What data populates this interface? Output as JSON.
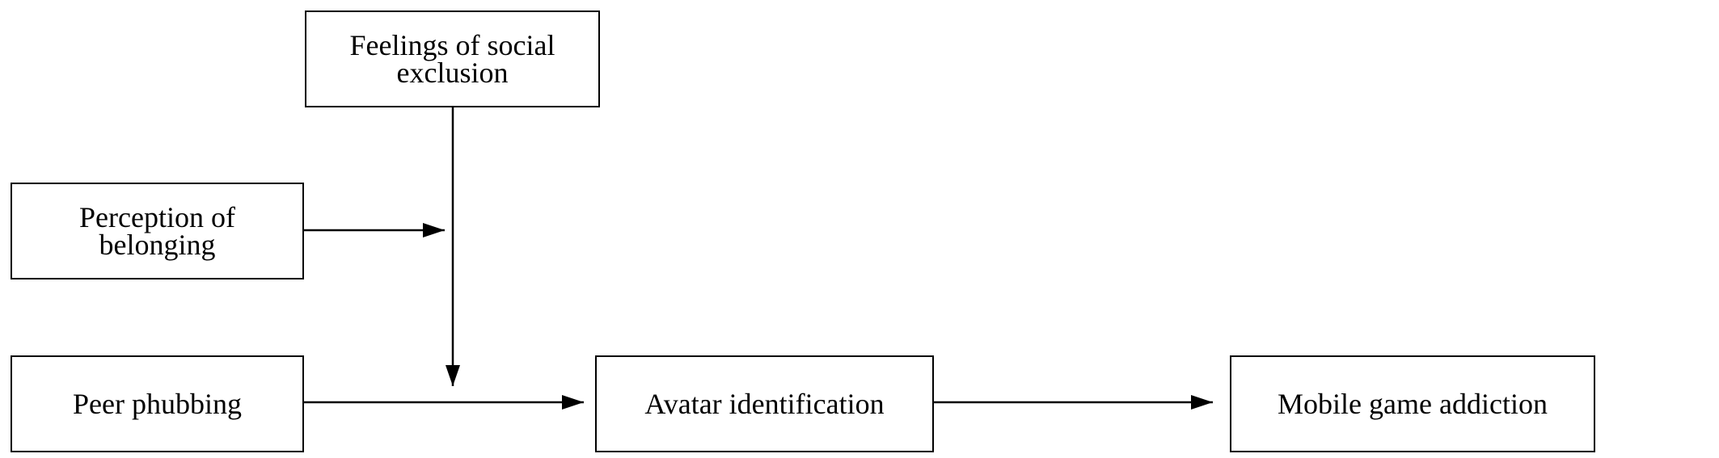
{
  "diagram": {
    "nodes": {
      "social_exclusion": "Feelings of social\nexclusion",
      "belonging": "Perception of\nbelonging",
      "phubbing": "Peer phubbing",
      "avatar": "Avatar identification",
      "addiction": "Mobile game addiction"
    },
    "colors": {
      "stroke": "#000000",
      "background": "#ffffff"
    }
  }
}
